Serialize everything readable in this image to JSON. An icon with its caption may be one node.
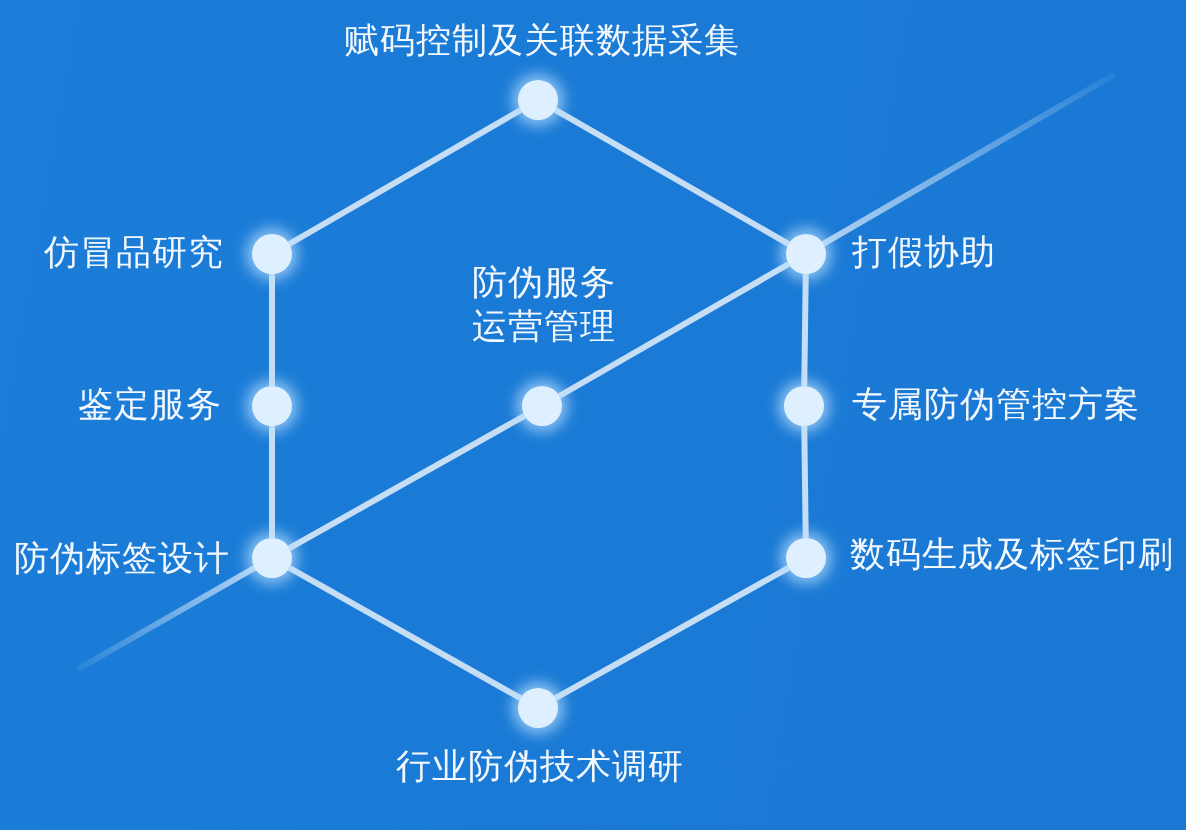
{
  "diagram": {
    "nodes": [
      {
        "text": [],
        "shape": "circle",
        "beside": [
          "赋码控制及关联数据采集"
        ]
      },
      {
        "text": [],
        "shape": "circle",
        "beside": [
          "仿冒品研究"
        ]
      },
      {
        "text": [],
        "shape": "circle",
        "beside": [
          "打假协助"
        ]
      },
      {
        "text": [],
        "shape": "circle",
        "beside": [
          "鉴定服务"
        ]
      },
      {
        "text": [],
        "shape": "circle",
        "beside": [
          "防伪服务运营管理"
        ]
      },
      {
        "text": [],
        "shape": "circle",
        "beside": [
          "专属防伪管控方案"
        ]
      },
      {
        "text": [],
        "shape": "circle",
        "beside": [
          "防伪标签设计"
        ]
      },
      {
        "text": [],
        "shape": "circle",
        "beside": [
          "数码生成及标签印刷"
        ]
      },
      {
        "text": [],
        "shape": "circle",
        "beside": [
          "行业防伪技术调研"
        ]
      }
    ],
    "edges": [
      {
        "from": 0,
        "to": 2,
        "arrow": "none"
      },
      {
        "from": 2,
        "to": 5,
        "arrow": "none"
      },
      {
        "from": 5,
        "to": 7,
        "arrow": "none"
      },
      {
        "from": 7,
        "to": 8,
        "arrow": "none"
      },
      {
        "from": 8,
        "to": 6,
        "arrow": "none"
      },
      {
        "from": 6,
        "to": 3,
        "arrow": "none"
      },
      {
        "from": 3,
        "to": 1,
        "arrow": "none"
      },
      {
        "from": 1,
        "to": 0,
        "arrow": "none"
      },
      {
        "from": 6,
        "to": 4,
        "arrow": "none"
      },
      {
        "from": 4,
        "to": 2,
        "arrow": "none"
      }
    ]
  }
}
